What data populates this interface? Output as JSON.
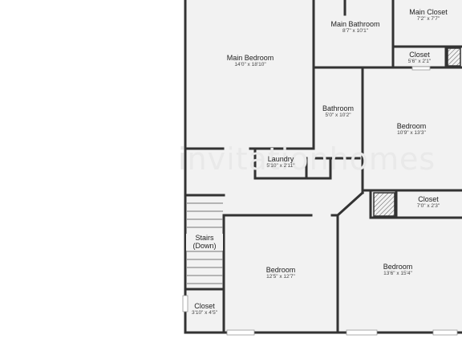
{
  "watermark": "invitationhomes",
  "rooms": {
    "main_bedroom": {
      "name": "Main Bedroom",
      "dims": "14'0\" x 18'10\""
    },
    "main_bathroom": {
      "name": "Main Bathroom",
      "dims": "8'7\" x 10'1\""
    },
    "main_closet": {
      "name": "Main Closet",
      "dims": "7'2\" x 7'7\""
    },
    "closet_top": {
      "name": "Closet",
      "dims": "5'6\" x 2'1\""
    },
    "bathroom": {
      "name": "Bathroom",
      "dims": "5'0\" x 10'2\""
    },
    "bedroom_right": {
      "name": "Bedroom",
      "dims": "10'9\" x 13'3\""
    },
    "laundry": {
      "name": "Laundry",
      "dims": "5'10\" x 2'11\""
    },
    "closet_mid": {
      "name": "Closet",
      "dims": "7'0\" x 2'3\""
    },
    "stairs": {
      "name": "Stairs",
      "sub": "(Down)"
    },
    "bedroom_bottom_left": {
      "name": "Bedroom",
      "dims": "12'5\" x 12'7\""
    },
    "bedroom_bottom_right": {
      "name": "Bedroom",
      "dims": "13'6\" x 15'4\""
    },
    "closet_bottom": {
      "name": "Closet",
      "dims": "3'10\" x 4'5\""
    }
  },
  "colors": {
    "wall": "#333333",
    "floor": "#f2f2f2",
    "window": "#ffffff"
  }
}
